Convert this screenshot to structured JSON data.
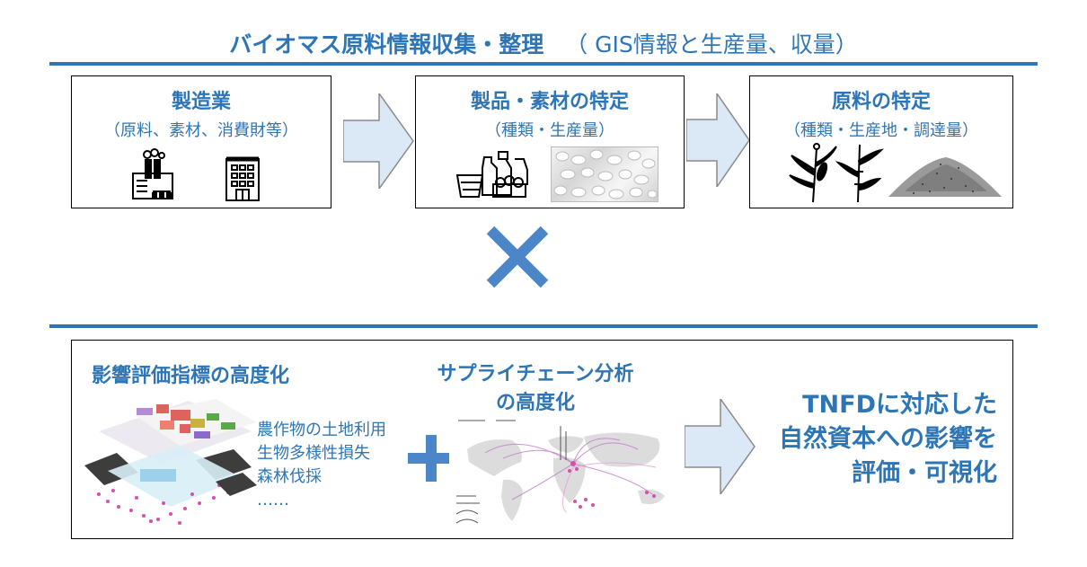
{
  "header": {
    "title": "バイオマス原料情報収集・整理",
    "subtitle": "（ GIS情報と生産量、収量）"
  },
  "top_flow": {
    "box1": {
      "title": "製造業",
      "subtitle": "（原料、素材、消費財等）"
    },
    "box2": {
      "title": "製品・素材の特定",
      "subtitle": "（種類・生産量）"
    },
    "box3": {
      "title": "原料の特定",
      "subtitle": "（種類・生産地・調達量）"
    }
  },
  "bottom_panel": {
    "impact_title": "影響評価指標の高度化",
    "impact_items": [
      "農作物の土地利用",
      "生物多様性損失",
      "森林伐採",
      "……"
    ],
    "supply_title_line1": "サプライチェーン分析",
    "supply_title_line2": "の高度化",
    "result_line1": "TNFDに対応した",
    "result_line2": "自然資本への影響を",
    "result_line3": "評価・可視化"
  },
  "colors": {
    "accent": "#2e75b6",
    "arrow_fill": "#dbe8f5",
    "cross": "#4a86c8"
  }
}
